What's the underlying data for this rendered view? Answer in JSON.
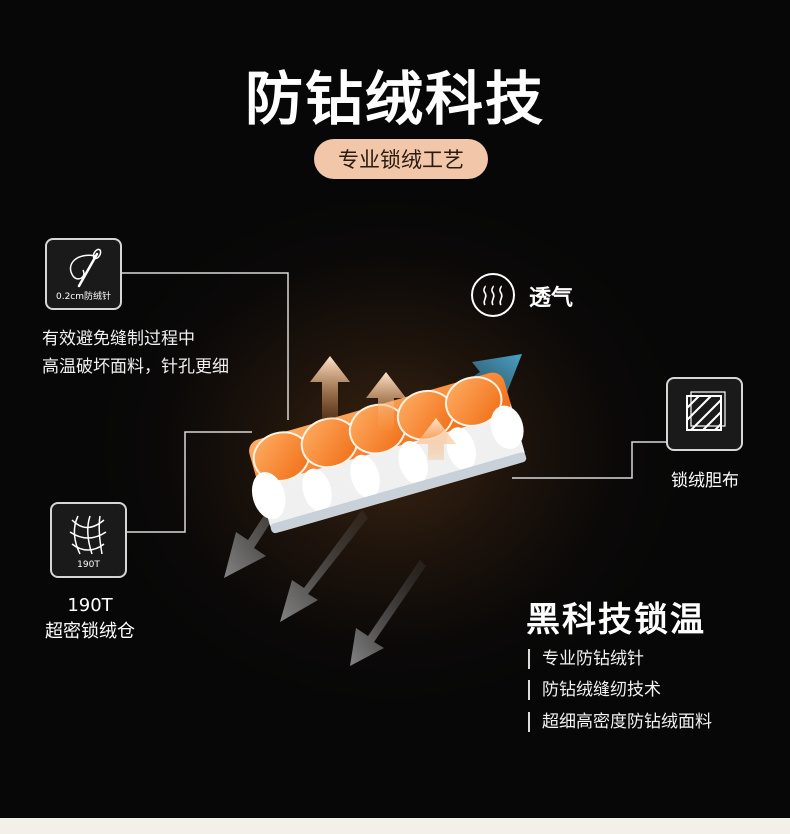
{
  "title": "防钻绒科技",
  "subtitle": "专业锁绒工艺",
  "needle": {
    "icon_caption": "0.2cm防绒针",
    "desc_line1": "有效避免缝制过程中",
    "desc_line2": "高温破坏面料，针孔更细"
  },
  "chamber": {
    "icon_caption": "190T",
    "label_line1": "190T",
    "label_line2": "超密锁绒仓"
  },
  "breathable": {
    "label": "透气"
  },
  "fabric": {
    "label": "锁绒胆布"
  },
  "tech": {
    "heading": "黑科技锁温",
    "bullets": [
      "专业防钻绒针",
      "防钻绒缝纫技术",
      "超细高密度防钻绒面料"
    ]
  },
  "colors": {
    "pill_bg": "#f2c7a9",
    "down_orange": "#f5862a",
    "arrow_blue": "#4aa3c9",
    "arrow_gray": "#8a8a8a"
  }
}
